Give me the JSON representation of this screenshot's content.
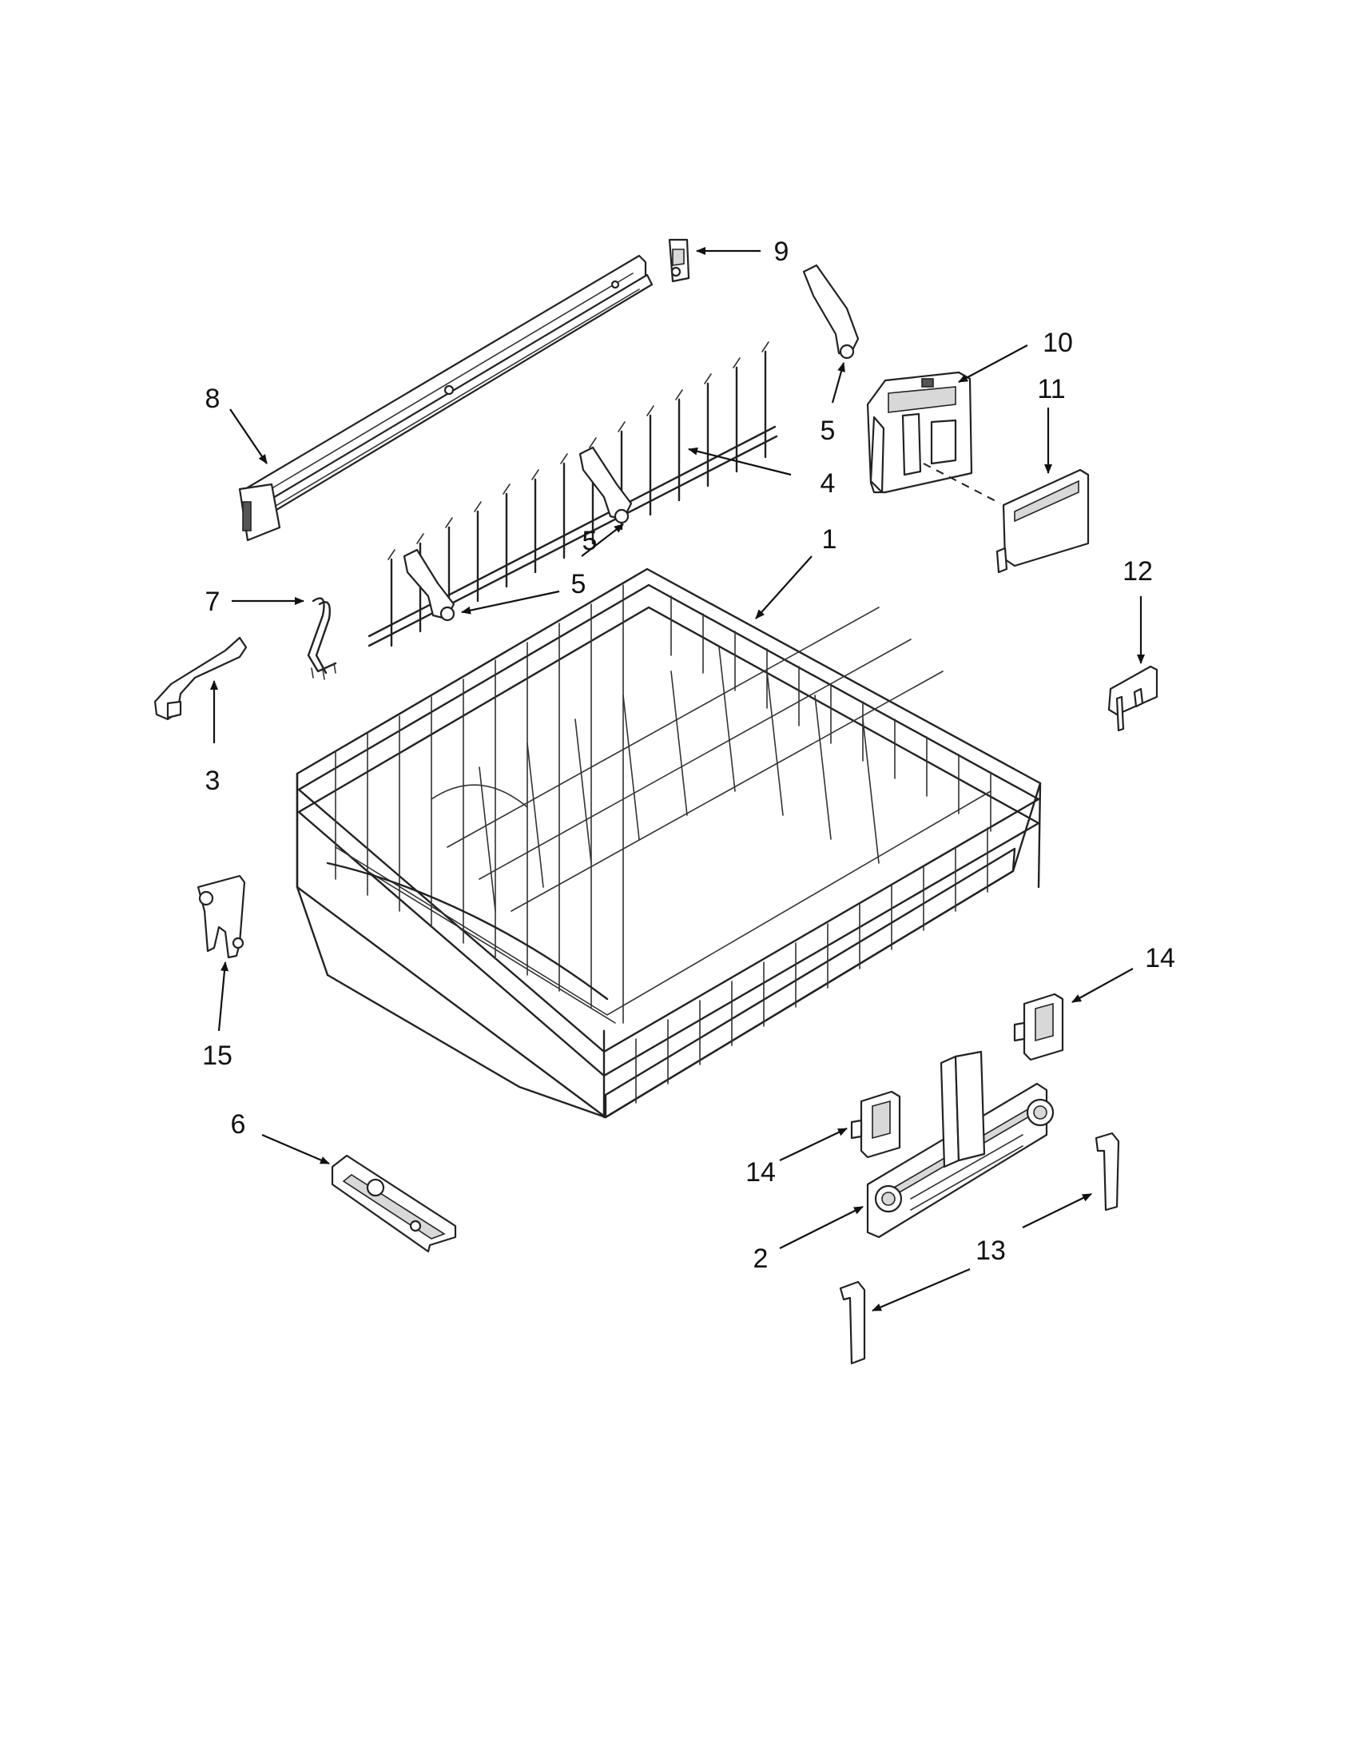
{
  "callouts": [
    {
      "id": "c1",
      "text": "1"
    },
    {
      "id": "c2",
      "text": "2"
    },
    {
      "id": "c3",
      "text": "3"
    },
    {
      "id": "c4",
      "text": "4"
    },
    {
      "id": "c5a",
      "text": "5"
    },
    {
      "id": "c5b",
      "text": "5"
    },
    {
      "id": "c5c",
      "text": "5"
    },
    {
      "id": "c6",
      "text": "6"
    },
    {
      "id": "c7",
      "text": "7"
    },
    {
      "id": "c8",
      "text": "8"
    },
    {
      "id": "c9",
      "text": "9"
    },
    {
      "id": "c10",
      "text": "10"
    },
    {
      "id": "c11",
      "text": "11"
    },
    {
      "id": "c12",
      "text": "12"
    },
    {
      "id": "c13",
      "text": "13"
    },
    {
      "id": "c14a",
      "text": "14"
    },
    {
      "id": "c14b",
      "text": "14"
    },
    {
      "id": "c15",
      "text": "15"
    }
  ]
}
